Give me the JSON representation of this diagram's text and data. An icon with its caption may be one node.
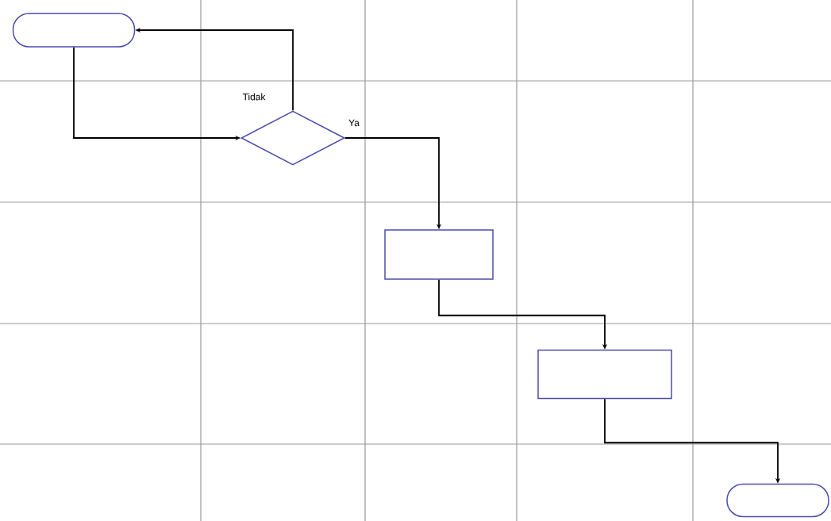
{
  "diagram": {
    "nodes": [
      {
        "text": [],
        "shape": "terminal"
      },
      {
        "text": [],
        "shape": "diamond"
      },
      {
        "text": [],
        "shape": "box"
      },
      {
        "text": [],
        "shape": "box"
      },
      {
        "text": [],
        "shape": "terminal"
      }
    ],
    "edges": [
      {
        "from": 0,
        "to": 1,
        "arrow": "to"
      },
      {
        "from": 1,
        "to": 0,
        "arrow": "to",
        "label": "Tidak"
      },
      {
        "from": 1,
        "to": 2,
        "arrow": "to",
        "label": "Ya"
      },
      {
        "from": 2,
        "to": 3,
        "arrow": "to"
      },
      {
        "from": 3,
        "to": 4,
        "arrow": "to"
      }
    ]
  }
}
